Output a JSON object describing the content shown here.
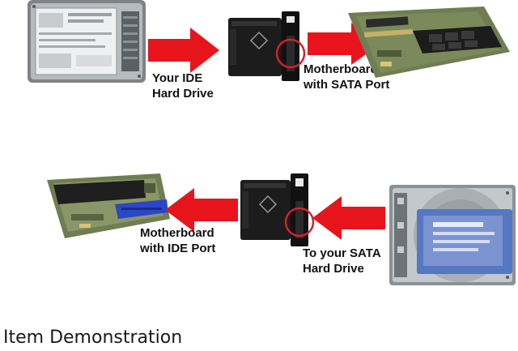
{
  "colors": {
    "arrow": "#e8141b",
    "highlight_ring": "#d2222a",
    "adapter_body": "#1c1c1c",
    "drive_case": "#9aa0a4",
    "board_green": "#7a8a5a",
    "ide_connector_blue": "#2a48c6"
  },
  "top_row": {
    "label_ide_drive": [
      "Your IDE",
      "Hard Drive"
    ],
    "label_sata_motherboard": [
      "Motherboard",
      "with SATA Port"
    ]
  },
  "bottom_row": {
    "label_ide_motherboard": [
      "Motherboard",
      "with IDE Port"
    ],
    "label_sata_drive": [
      "To your SATA",
      "Hard Drive"
    ]
  },
  "caption": "Item Demonstration"
}
